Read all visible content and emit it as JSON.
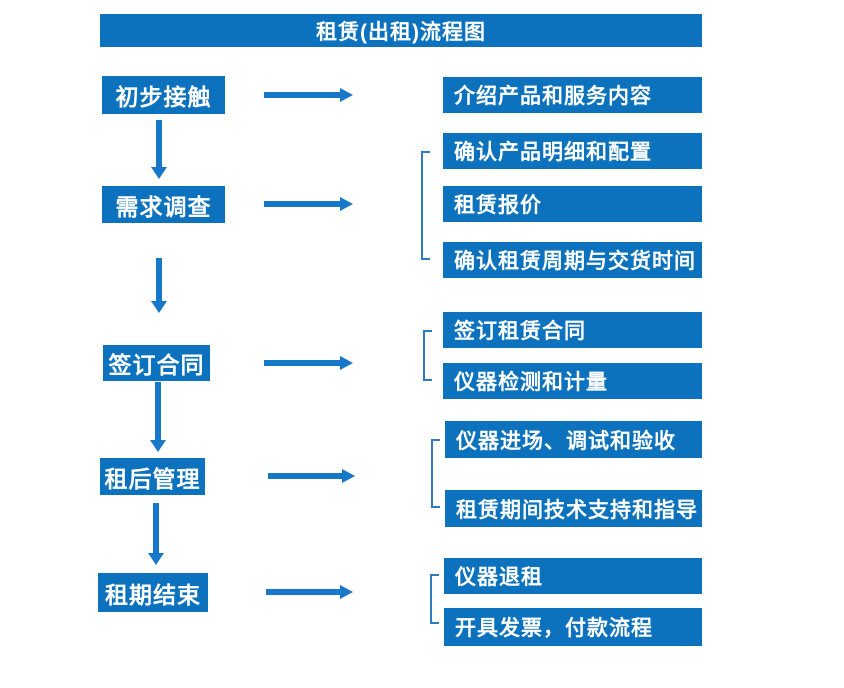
{
  "title": "租赁(出租)流程图",
  "colors": {
    "box_blue": "#0d72bd",
    "arrow_blue": "#1777c8",
    "bracket_blue": "#2e7cc3",
    "text_white": "#ffffff"
  },
  "stages": [
    {
      "label": "初步接触",
      "outputs": [
        "介绍产品和服务内容"
      ]
    },
    {
      "label": "需求调查",
      "outputs": [
        "确认产品明细和配置",
        "租赁报价",
        "确认租赁周期与交货时间"
      ]
    },
    {
      "label": "签订合同",
      "outputs": [
        "签订租赁合同",
        "仪器检测和计量"
      ]
    },
    {
      "label": "租后管理",
      "outputs": [
        "仪器进场、调试和验收",
        "租赁期间技术支持和指导"
      ]
    },
    {
      "label": "租期结束",
      "outputs": [
        "仪器退租",
        "开具发票，付款流程"
      ]
    }
  ]
}
